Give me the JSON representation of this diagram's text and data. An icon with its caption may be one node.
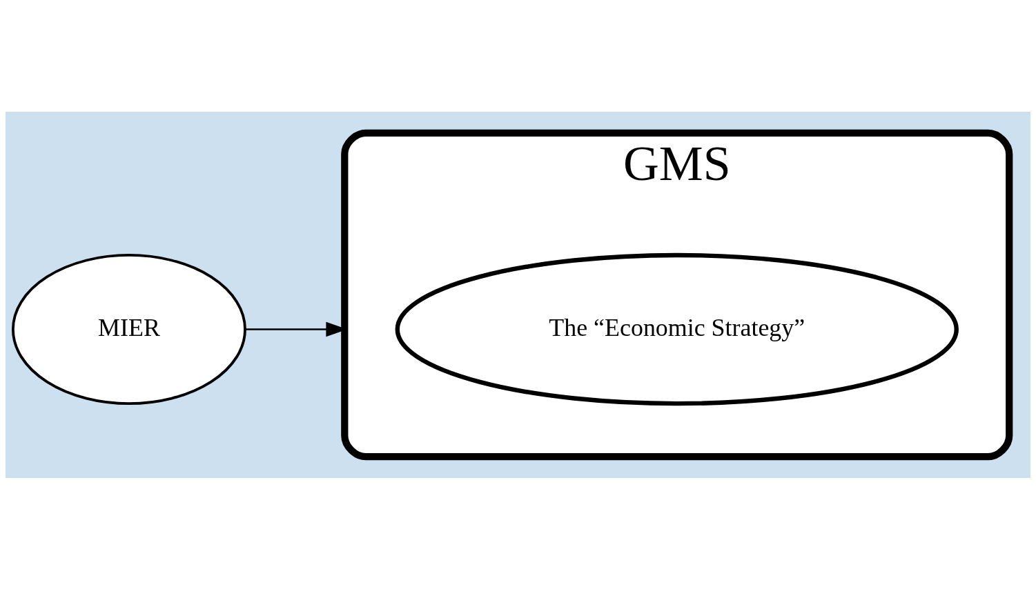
{
  "diagram": {
    "nodes": [
      {
        "text": [
          "MIER"
        ]
      },
      {
        "text": [
          "GMS"
        ]
      },
      {
        "text": [
          "The “Economic Strategy”"
        ],
        "in": 1
      }
    ],
    "edges": [
      {
        "from": 0,
        "to": 1,
        "arrow": "to"
      }
    ]
  }
}
